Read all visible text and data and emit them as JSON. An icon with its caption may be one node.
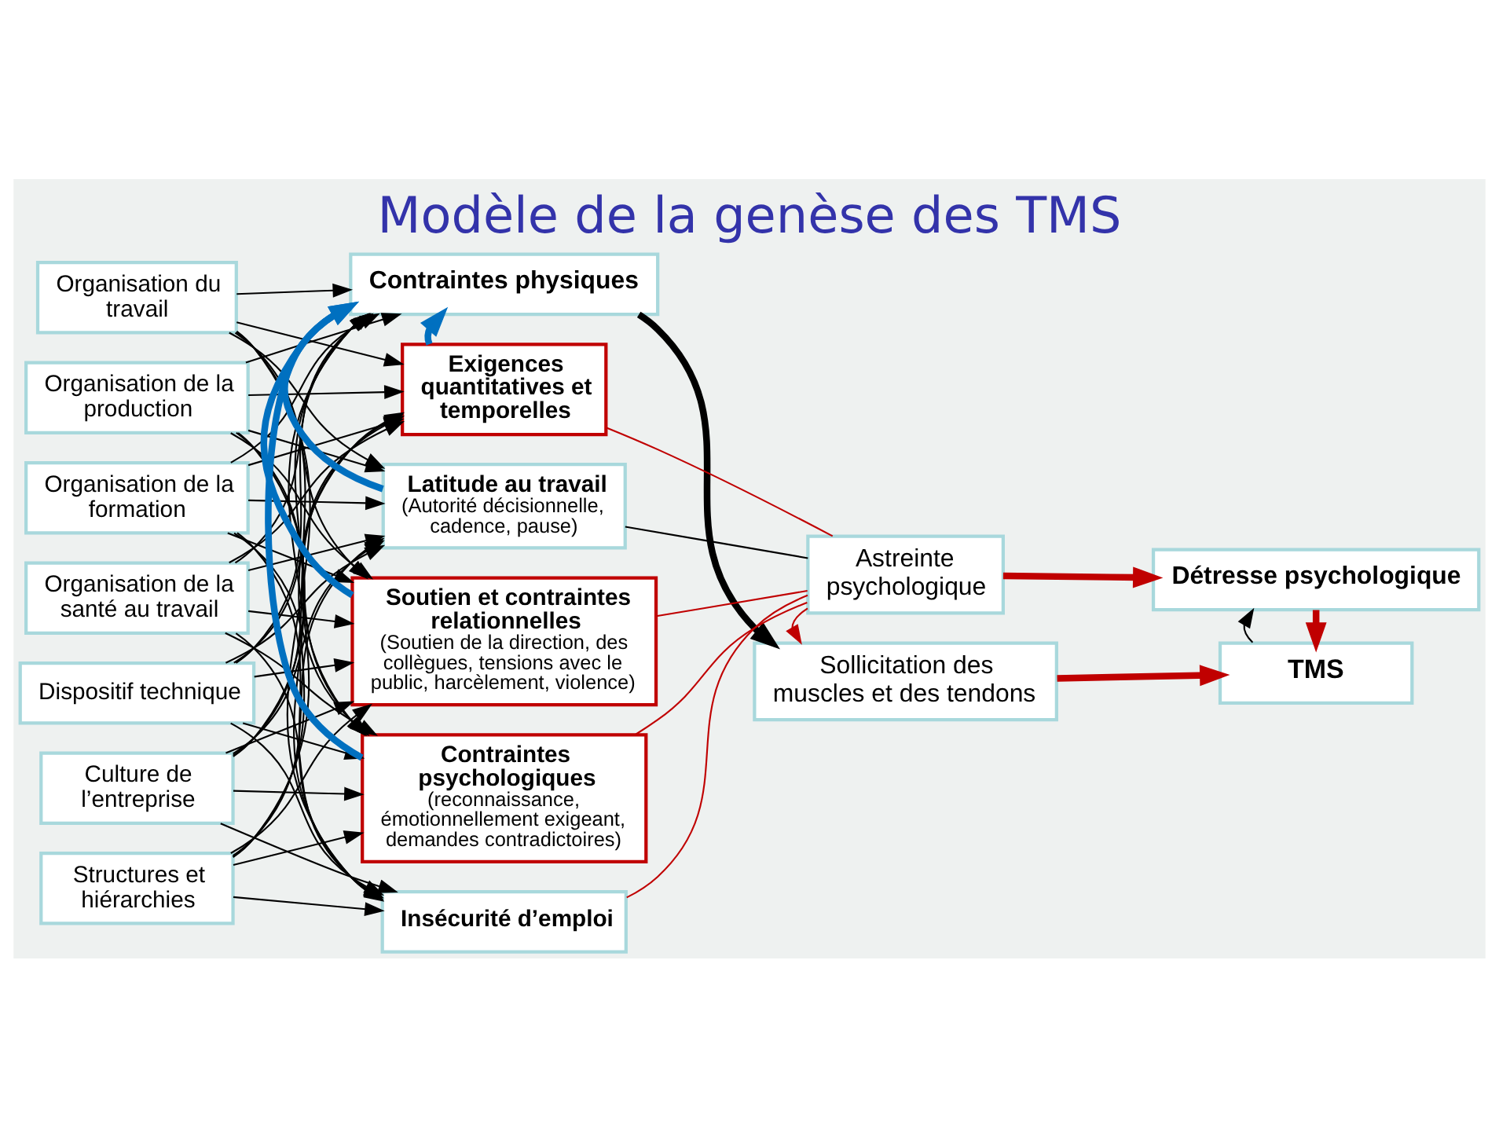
{
  "diagram": {
    "title": "Modèle de la genèse des TMS",
    "nodes": [
      {
        "text": [
          "Organisation du travail"
        ]
      },
      {
        "text": [
          "Organisation de la production"
        ]
      },
      {
        "text": [
          "Organisation de la formation"
        ]
      },
      {
        "text": [
          "Organisation de la santé au travail"
        ]
      },
      {
        "text": [
          "Dispositif technique"
        ]
      },
      {
        "text": [
          "Culture de l’entreprise"
        ]
      },
      {
        "text": [
          "Structures et hiérarchies"
        ]
      },
      {
        "text": [
          "Contraintes physiques"
        ]
      },
      {
        "text": [
          "Exigences quantitatives et temporelles"
        ]
      },
      {
        "text": [
          "Latitude au travail",
          "(Autorité décisionnelle, cadence, pause)"
        ]
      },
      {
        "text": [
          "Soutien et contraintes relationnelles",
          "(Soutien de la direction, des collègues, tensions avec le public, harcèlement, violence)"
        ]
      },
      {
        "text": [
          "Contraintes psychologiques",
          "(reconnaissance, émotionnellement exigeant, demandes contradictoires)"
        ]
      },
      {
        "text": [
          "Insécurité d’emploi"
        ]
      },
      {
        "text": [
          "Sollicitation des muscles et des tendons"
        ]
      },
      {
        "text": [
          "TMS"
        ]
      },
      {
        "text": [
          "Astreinte psychologique"
        ]
      },
      {
        "text": [
          "Détresse psychologique"
        ]
      }
    ],
    "edges": [
      {
        "from": 0,
        "to": 7,
        "arrow": "to"
      },
      {
        "from": 0,
        "to": 8,
        "arrow": "to"
      },
      {
        "from": 0,
        "to": 9,
        "arrow": "to"
      },
      {
        "from": 0,
        "to": 10,
        "arrow": "to"
      },
      {
        "from": 0,
        "to": 11,
        "arrow": "to"
      },
      {
        "from": 0,
        "to": 12,
        "arrow": "to"
      },
      {
        "from": 1,
        "to": 7,
        "arrow": "to"
      },
      {
        "from": 1,
        "to": 8,
        "arrow": "to"
      },
      {
        "from": 1,
        "to": 9,
        "arrow": "to"
      },
      {
        "from": 1,
        "to": 10,
        "arrow": "to"
      },
      {
        "from": 1,
        "to": 11,
        "arrow": "to"
      },
      {
        "from": 1,
        "to": 12,
        "arrow": "to"
      },
      {
        "from": 2,
        "to": 7,
        "arrow": "to"
      },
      {
        "from": 2,
        "to": 8,
        "arrow": "to"
      },
      {
        "from": 2,
        "to": 9,
        "arrow": "to"
      },
      {
        "from": 2,
        "to": 10,
        "arrow": "to"
      },
      {
        "from": 2,
        "to": 11,
        "arrow": "to"
      },
      {
        "from": 2,
        "to": 12,
        "arrow": "to"
      },
      {
        "from": 3,
        "to": 7,
        "arrow": "to"
      },
      {
        "from": 3,
        "to": 8,
        "arrow": "to"
      },
      {
        "from": 3,
        "to": 9,
        "arrow": "to"
      },
      {
        "from": 3,
        "to": 10,
        "arrow": "to"
      },
      {
        "from": 3,
        "to": 11,
        "arrow": "to"
      },
      {
        "from": 3,
        "to": 12,
        "arrow": "to"
      },
      {
        "from": 4,
        "to": 7,
        "arrow": "to"
      },
      {
        "from": 4,
        "to": 8,
        "arrow": "to"
      },
      {
        "from": 4,
        "to": 9,
        "arrow": "to"
      },
      {
        "from": 4,
        "to": 10,
        "arrow": "to"
      },
      {
        "from": 4,
        "to": 11,
        "arrow": "to"
      },
      {
        "from": 4,
        "to": 12,
        "arrow": "to"
      },
      {
        "from": 5,
        "to": 7,
        "arrow": "to"
      },
      {
        "from": 5,
        "to": 8,
        "arrow": "to"
      },
      {
        "from": 5,
        "to": 9,
        "arrow": "to"
      },
      {
        "from": 5,
        "to": 10,
        "arrow": "to"
      },
      {
        "from": 5,
        "to": 11,
        "arrow": "to"
      },
      {
        "from": 5,
        "to": 12,
        "arrow": "to"
      },
      {
        "from": 6,
        "to": 7,
        "arrow": "to"
      },
      {
        "from": 6,
        "to": 8,
        "arrow": "to"
      },
      {
        "from": 6,
        "to": 9,
        "arrow": "to"
      },
      {
        "from": 6,
        "to": 10,
        "arrow": "to"
      },
      {
        "from": 6,
        "to": 11,
        "arrow": "to"
      },
      {
        "from": 6,
        "to": 12,
        "arrow": "to"
      },
      {
        "from": 8,
        "to": 7,
        "arrow": "to",
        "color": "#0070c0",
        "style": "thick"
      },
      {
        "from": 9,
        "to": 7,
        "arrow": "to",
        "color": "#0070c0",
        "style": "thick"
      },
      {
        "from": 10,
        "to": 7,
        "arrow": "to",
        "color": "#0070c0",
        "style": "thick"
      },
      {
        "from": 11,
        "to": 7,
        "arrow": "none",
        "color": "#0070c0",
        "style": "thick"
      },
      {
        "from": 8,
        "to": 15,
        "arrow": "none",
        "color": "#c00000"
      },
      {
        "from": 9,
        "to": 15,
        "arrow": "none"
      },
      {
        "from": 10,
        "to": 15,
        "arrow": "none",
        "color": "#c00000"
      },
      {
        "from": 11,
        "to": 15,
        "arrow": "none",
        "color": "#c00000"
      },
      {
        "from": 12,
        "to": 15,
        "arrow": "none",
        "color": "#c00000"
      },
      {
        "from": 7,
        "to": 13,
        "arrow": "to",
        "style": "thick"
      },
      {
        "from": 13,
        "to": 14,
        "arrow": "to",
        "color": "#c00000",
        "style": "thick"
      },
      {
        "from": 15,
        "to": 13,
        "arrow": "to",
        "color": "#c00000"
      },
      {
        "from": 15,
        "to": 16,
        "arrow": "to",
        "color": "#c00000",
        "style": "thick"
      },
      {
        "from": 16,
        "to": 14,
        "arrow": "to",
        "color": "#c00000",
        "style": "thick"
      },
      {
        "from": 14,
        "to": 16,
        "arrow": "to"
      }
    ]
  }
}
